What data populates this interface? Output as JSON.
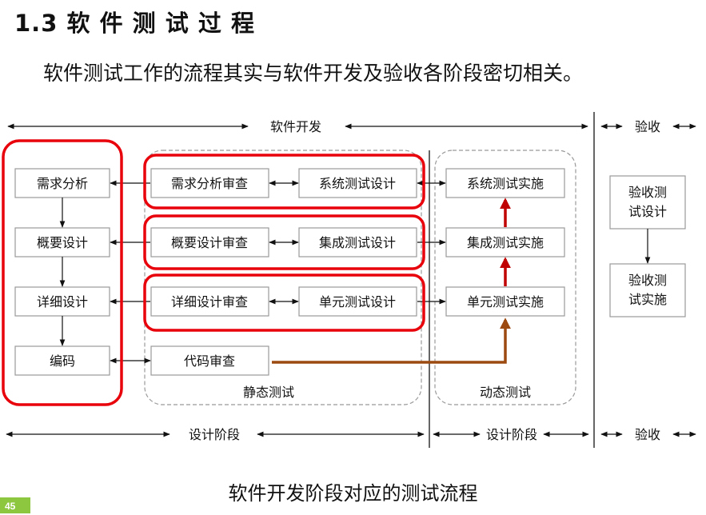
{
  "header": {
    "title": "1.3 软 件 测 试 过 程",
    "subtitle": "软件测试工作的流程其实与软件开发及验收各阶段密切相关。"
  },
  "diagram": {
    "top_bar": {
      "dev": "软件开发",
      "accept": "验收"
    },
    "bottom_bar": {
      "design1": "设计阶段",
      "design2": "设计阶段",
      "accept": "验收"
    },
    "dev_column": [
      "需求分析",
      "概要设计",
      "详细设计",
      "编码"
    ],
    "review_column": [
      "需求分析审查",
      "概要设计审查",
      "详细设计审查",
      "代码审查"
    ],
    "test_design_column": [
      "系统测试设计",
      "集成测试设计",
      "单元测试设计"
    ],
    "impl_column": [
      "系统测试实施",
      "集成测试实施",
      "单元测试实施"
    ],
    "accept_column": [
      "验收测试设计",
      "验收测试实施"
    ],
    "static_label": "静态测试",
    "dynamic_label": "动态测试",
    "colors": {
      "highlight": "#e8000b",
      "up_arrow": "#c00000",
      "code_arrow": "#9c4a10"
    }
  },
  "caption": "软件开发阶段对应的测试流程",
  "page_number": "45"
}
